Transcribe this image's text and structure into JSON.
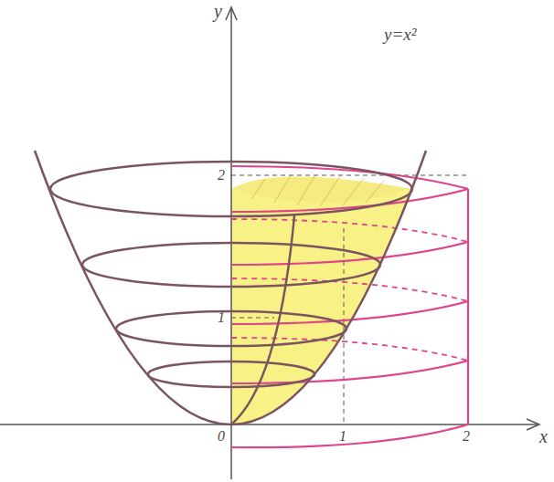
{
  "diagram": {
    "labels": [
      "y",
      "x",
      "y=x²",
      "2",
      "1",
      "0",
      "1",
      "2"
    ]
  }
}
